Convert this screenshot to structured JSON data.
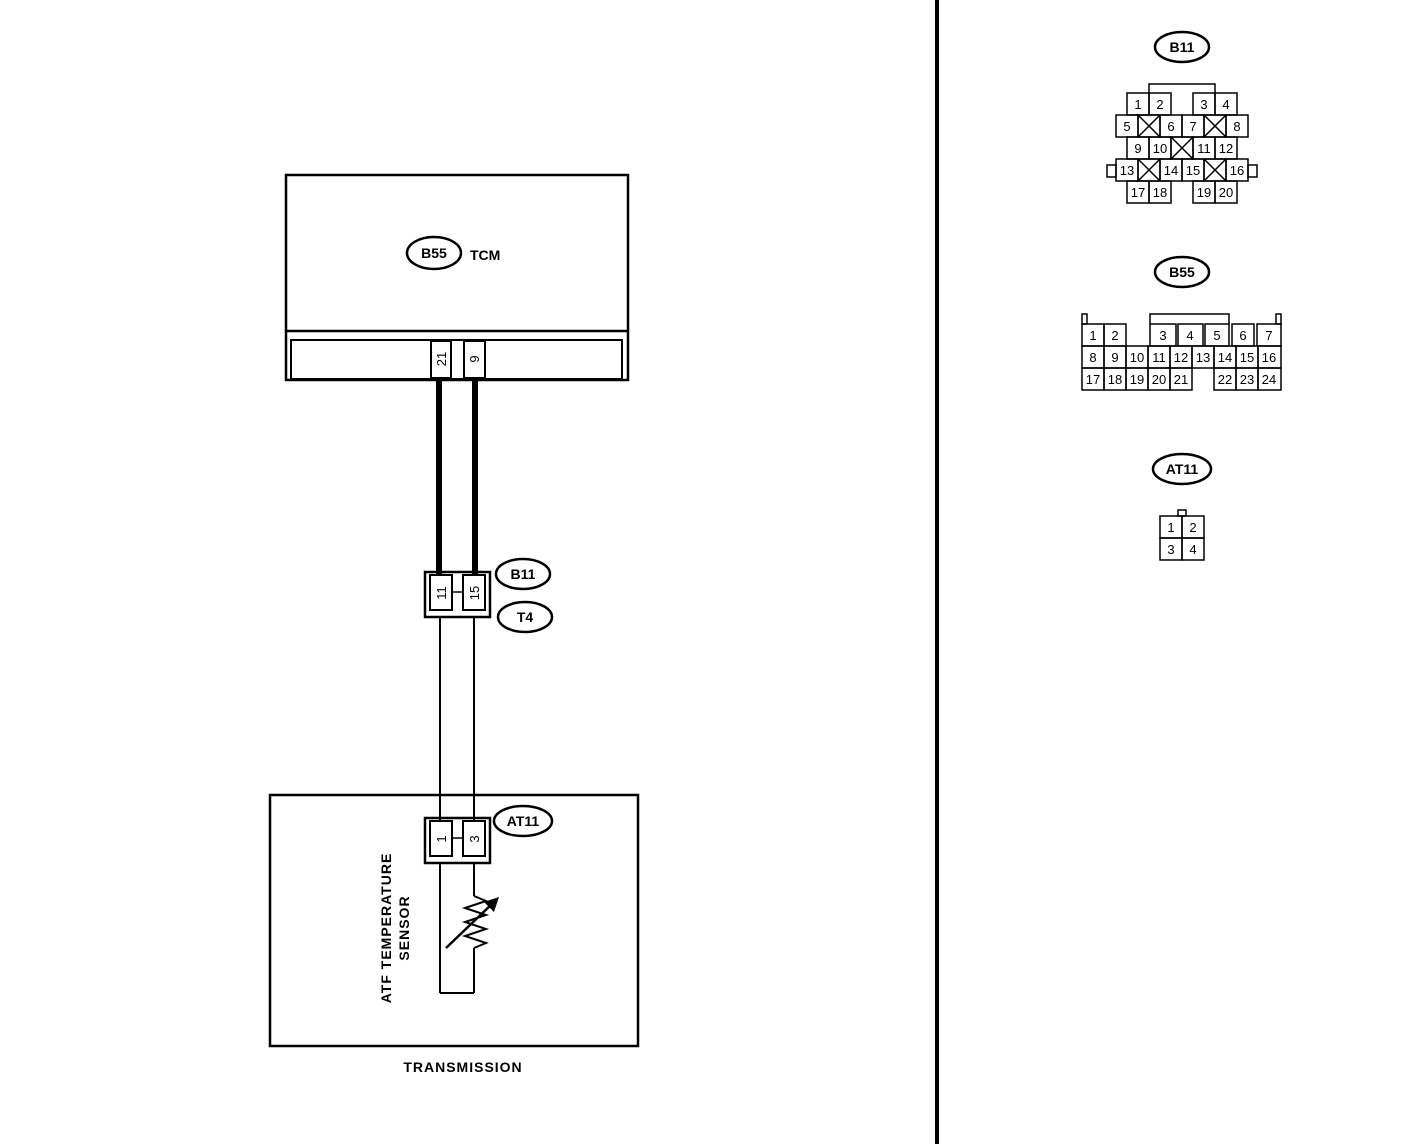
{
  "colors": {
    "line": "#000000",
    "background": "#ffffff"
  },
  "tcm": {
    "connector": "B55",
    "name": "TCM",
    "terminals": [
      "21",
      "9"
    ]
  },
  "joint": {
    "upper": "B11",
    "lower": "T4",
    "terminals": [
      "11",
      "15"
    ]
  },
  "sensor_connector": {
    "connector": "AT11",
    "terminals": [
      "1",
      "3"
    ]
  },
  "sensor": {
    "line1": "ATF TEMPERATURE",
    "line2": "SENSOR"
  },
  "transmission": {
    "label": "TRANSMISSION"
  },
  "connector_views": {
    "b11": {
      "label": "B11",
      "row1": [
        "1",
        "2",
        "3",
        "4"
      ],
      "row2": [
        "5",
        "6",
        "7",
        "8"
      ],
      "row3": [
        "9",
        "10",
        "11",
        "12"
      ],
      "row4": [
        "13",
        "14",
        "15",
        "16"
      ],
      "row5": [
        "17",
        "18",
        "19",
        "20"
      ]
    },
    "b55": {
      "label": "B55",
      "row1": [
        "1",
        "2",
        "3",
        "4",
        "5",
        "6",
        "7"
      ],
      "row2": [
        "8",
        "9",
        "10",
        "11",
        "12",
        "13",
        "14",
        "15",
        "16"
      ],
      "row3": [
        "17",
        "18",
        "19",
        "20",
        "21",
        "22",
        "23",
        "24"
      ]
    },
    "at11": {
      "label": "AT11",
      "pins": [
        "1",
        "2",
        "3",
        "4"
      ]
    }
  }
}
